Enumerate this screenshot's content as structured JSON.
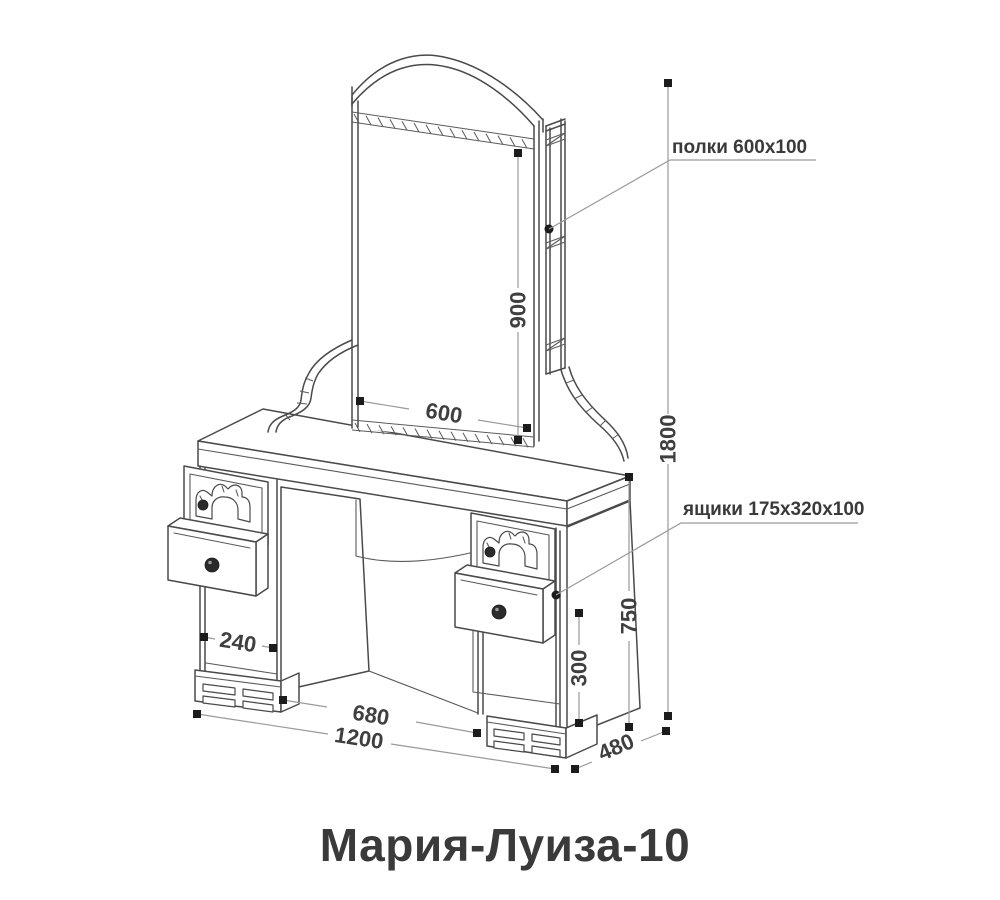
{
  "drawing": {
    "title": "Мария-Луиза-10",
    "callouts": {
      "shelves": "полки 600х100",
      "drawers": "ящики 175х320х100"
    },
    "dimensions": {
      "mirror_height": "900",
      "mirror_width": "600",
      "overall_height": "1800",
      "table_height": "750",
      "niche_height": "300",
      "niche_width": "240",
      "pedestal_span": "680",
      "overall_width": "1200",
      "depth": "480"
    },
    "colors": {
      "background": "#ffffff",
      "outline": "#4a4a4a",
      "dimension_line": "#9a9a9a",
      "text": "#3a3a3a"
    }
  }
}
